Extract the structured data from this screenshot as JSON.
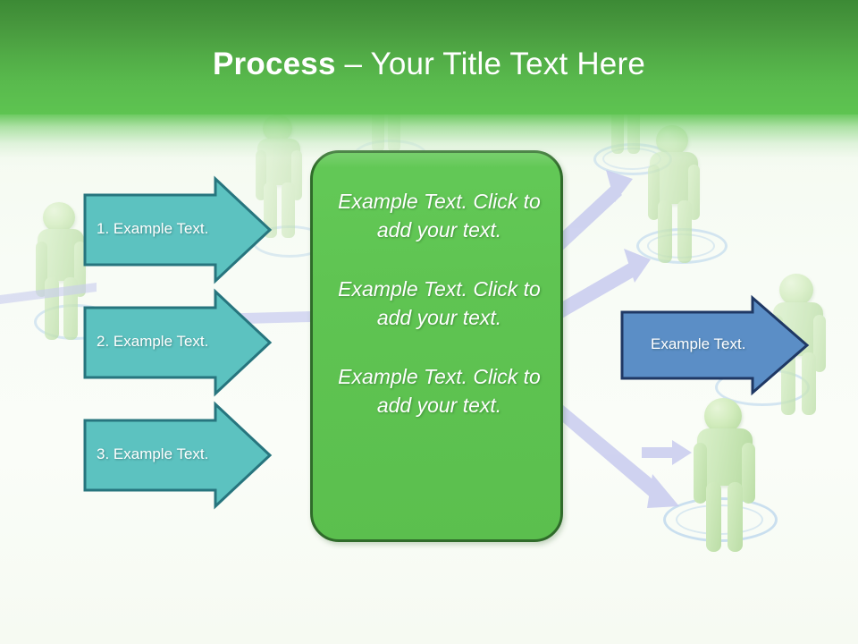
{
  "slide": {
    "title_bold": "Process",
    "title_rest": " – Your Title Text Here",
    "title_full": "Process – Your Title Text Here",
    "accent_header_green": "#5ec451",
    "accent_header_dark_green": "#3c8a35",
    "accent_panel_green": "#5fc452",
    "accent_panel_border": "#2f6b2a",
    "accent_teal_fill": "#5cc2c0",
    "accent_teal_border": "#27757e",
    "accent_blue_fill": "#5b8ec6",
    "accent_blue_border": "#1f3864",
    "accent_connector_lavender": "#c8cbef",
    "accent_person_green": "#c9e6b6",
    "accent_ring_blue": "#b9d5ec",
    "background": "#f8fcf6"
  },
  "left_steps": [
    {
      "label": "1.  Example Text."
    },
    {
      "label": "2.  Example Text."
    },
    {
      "label": "3.  Example Text."
    }
  ],
  "center_panel": {
    "paragraphs": [
      "Example Text. Click  to add your text.",
      "Example Text. Click  to add your text.",
      "Example Text. Click  to add your text."
    ]
  },
  "right_result": {
    "label": "Example Text."
  }
}
